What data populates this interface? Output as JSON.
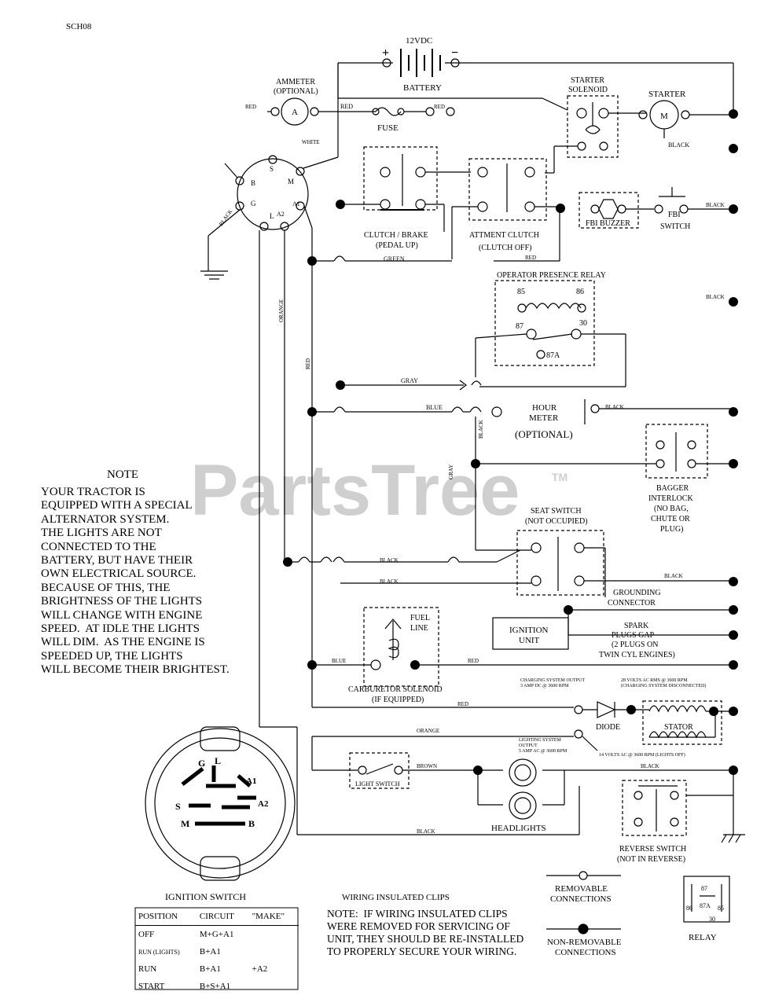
{
  "doc_code": "SCH08",
  "watermark": "PartsTree",
  "watermark_tm": "TM",
  "components": {
    "battery_voltage": "12VDC",
    "battery": "BATTERY",
    "ammeter": "AMMETER",
    "ammeter_optional": "(OPTIONAL)",
    "ammeter_letter": "A",
    "fuse": "FUSE",
    "starter_solenoid_1": "STARTER",
    "starter_solenoid_2": "SOLENOID",
    "starter": "STARTER",
    "starter_letter": "M",
    "clutch_brake_1": "CLUTCH / BRAKE",
    "clutch_brake_2": "(PEDAL UP)",
    "attach_clutch_1": "ATTMENT CLUTCH",
    "attach_clutch_2": "(CLUTCH OFF)",
    "fbi_buzzer": "FBI BUZZER",
    "fbi_switch_1": "FBI",
    "fbi_switch_2": "SWITCH",
    "opr_relay": "OPERATOR PRESENCE RELAY",
    "relay_85": "85",
    "relay_86": "86",
    "relay_87": "87",
    "relay_30": "30",
    "relay_87a": "87A",
    "hour_meter_1": "HOUR",
    "hour_meter_2": "METER",
    "hour_meter_3": "(OPTIONAL)",
    "bagger_1": "BAGGER",
    "bagger_2": "INTERLOCK",
    "bagger_3": "(NO BAG,",
    "bagger_4": "CHUTE OR",
    "bagger_5": "PLUG)",
    "seat_switch_1": "SEAT SWITCH",
    "seat_switch_2": "(NOT OCCUPIED)",
    "grounding_1": "GROUNDING",
    "grounding_2": "CONNECTOR",
    "fuel_1": "FUEL",
    "fuel_2": "LINE",
    "ignition_unit_1": "IGNITION",
    "ignition_unit_2": "UNIT",
    "spark_1": "SPARK",
    "spark_2": "PLUGS GAP",
    "spark_3": "(2 PLUGS ON",
    "spark_4": "TWIN CYL ENGINES)",
    "carb_1": "CARBURETOR SOLENOID",
    "carb_2": "(IF EQUIPPED)",
    "charging_1": "CHARGING SYSTEM OUTPUT",
    "charging_2": "3 AMP DC @ 3600 RPM",
    "volts_ac_1": "28 VOLTS AC RMS @ 3600 RPM",
    "volts_ac_2": "(CHARGING SYSTEM DISCONNECTED)",
    "diode": "DIODE",
    "stator": "STATOR",
    "lighting_1": "LIGHTING SYSTEM",
    "lighting_2": "OUTPUT",
    "lighting_3": "5 AMP AC @ 3600 RPM",
    "volts_14": "14 VOLTS AC @ 3600 RPM (LIGHTS OFF)",
    "light_switch": "LIGHT SWITCH",
    "headlights": "HEADLIGHTS",
    "reverse_1": "REVERSE SWITCH",
    "reverse_2": "(NOT IN REVERSE)",
    "ignition_switch": "IGNITION SWITCH",
    "ign_letters": {
      "G": "G",
      "L": "L",
      "A1": "A1",
      "A2": "A2",
      "S": "S",
      "M": "M",
      "B": "B"
    },
    "relay_symbol": "RELAY",
    "relay_sym_85": "85",
    "relay_sym_86": "86",
    "relay_sym_87": "87",
    "relay_sym_87a": "87A",
    "relay_sym_30": "30"
  },
  "wires": {
    "red": "RED",
    "white": "WHITE",
    "black": "BLACK",
    "green": "GREEN",
    "orange": "ORANGE",
    "gray": "GRAY",
    "blue": "BLUE",
    "brown": "BROWN"
  },
  "switch_pins": {
    "B": "B",
    "S": "S",
    "M": "M",
    "G": "G",
    "L": "L",
    "A2": "A2",
    "A1": "A1"
  },
  "note": {
    "heading": "NOTE",
    "body": "YOUR TRACTOR IS\nEQUIPPED WITH A SPECIAL\nALTERNATOR SYSTEM.\nTHE LIGHTS ARE NOT\nCONNECTED TO THE\nBATTERY, BUT HAVE THEIR\nOWN ELECTRICAL SOURCE.\nBECAUSE OF THIS, THE\nBRIGHTNESS OF THE LIGHTS\nWILL CHANGE WITH ENGINE\nSPEED.  AT IDLE THE LIGHTS\nWILL DIM.  AS THE ENGINE IS\nSPEEDED UP, THE LIGHTS\nWILL BECOME THEIR BRIGHTEST."
  },
  "ignition_table": {
    "headers": [
      "POSITION",
      "CIRCUIT",
      "\"MAKE\""
    ],
    "rows": [
      [
        "OFF",
        "M+G+A1",
        ""
      ],
      [
        "RUN (LIGHTS)",
        "B+A1",
        ""
      ],
      [
        "RUN",
        "B+A1",
        "+A2"
      ],
      [
        "START",
        "B+S+A1",
        ""
      ]
    ]
  },
  "clips": {
    "heading": "WIRING INSULATED CLIPS",
    "body": "NOTE:  IF WIRING INSULATED CLIPS\nWERE REMOVED FOR SERVICING OF\nUNIT, THEY SHOULD BE RE-INSTALLED\nTO PROPERLY SECURE YOUR WIRING."
  },
  "legend": {
    "removable_1": "REMOVABLE",
    "removable_2": "CONNECTIONS",
    "nonremovable_1": "NON-REMOVABLE",
    "nonremovable_2": "CONNECTIONS"
  }
}
